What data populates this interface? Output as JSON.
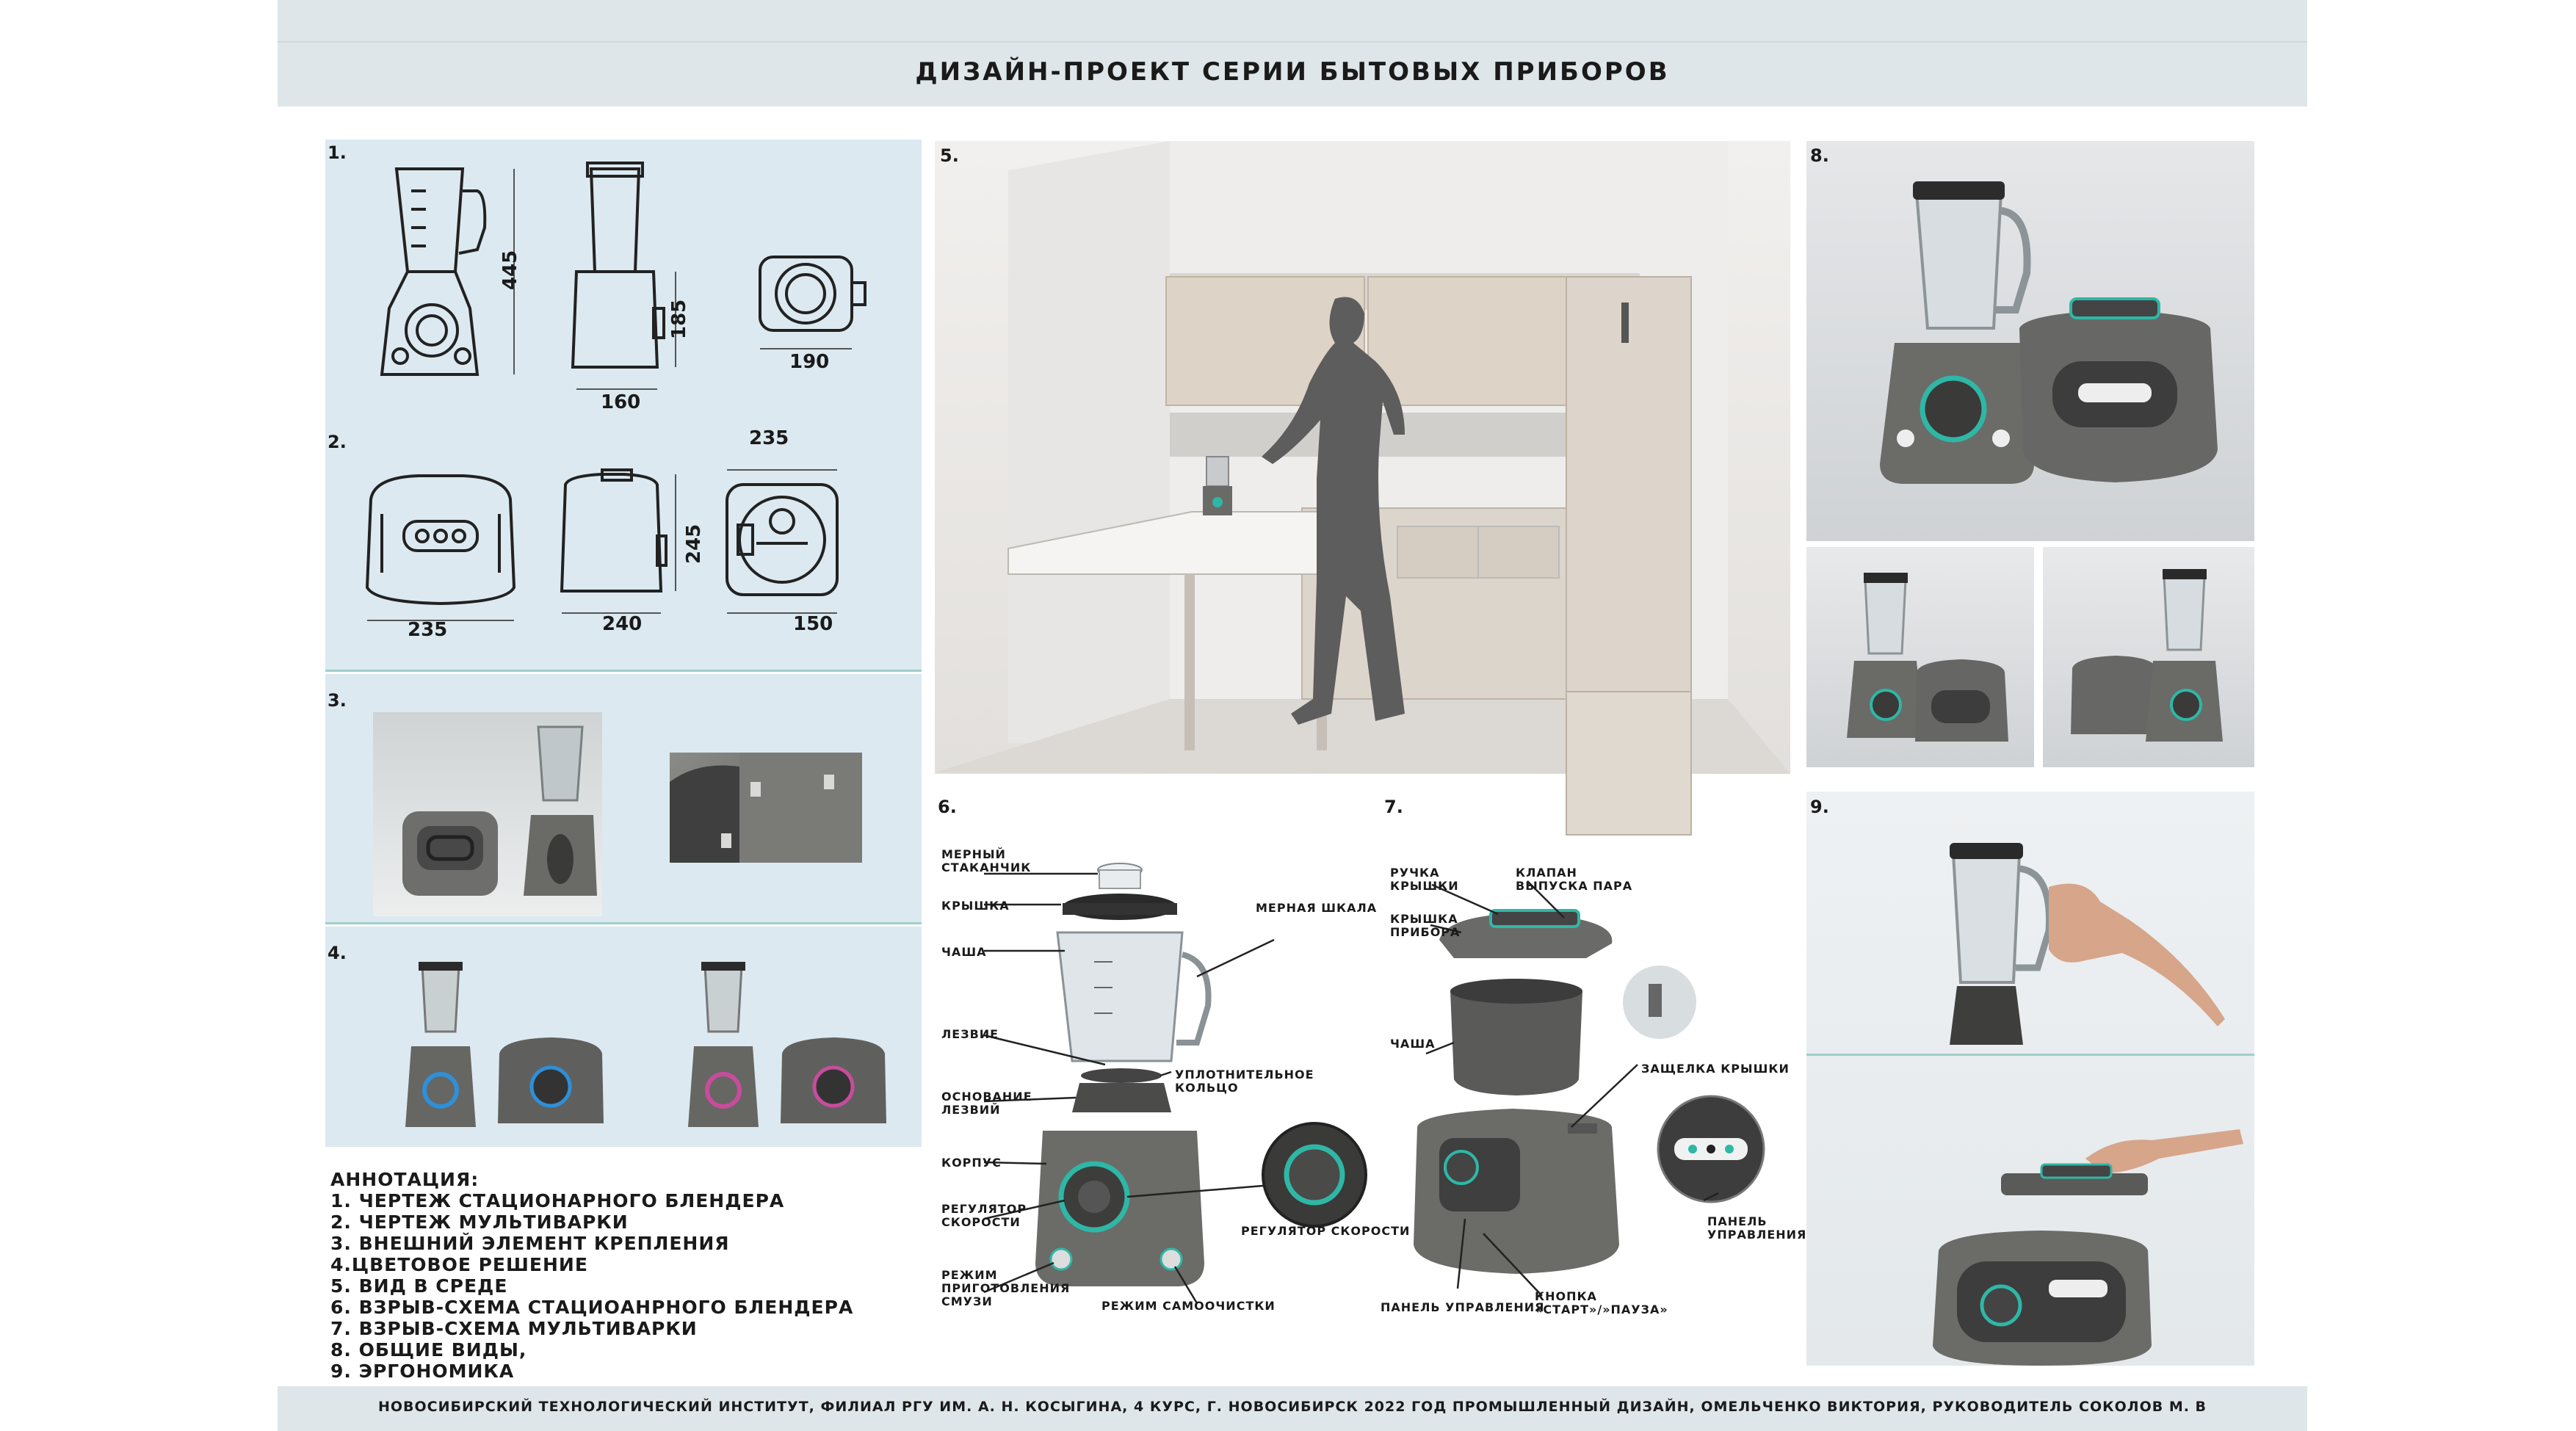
{
  "header": {
    "title": "ДИЗАЙН-ПРОЕКТ СЕРИИ БЫТОВЫХ ПРИБОРОВ"
  },
  "footer": {
    "text": "НОВОСИБИРСКИЙ ТЕХНОЛОГИЧЕСКИЙ ИНСТИТУТ, ФИЛИАЛ РГУ ИМ. А. Н. КОСЫГИНА, 4 КУРС,    Г. НОВОСИБИРСК 2022 ГОД   ПРОМЫШЛЕННЫЙ ДИЗАЙН, ОМЕЛЬЧЕНКО ВИКТОРИЯ, РУКОВОДИТЕЛЬ СОКОЛОВ М. В"
  },
  "sections": {
    "s1": "1.",
    "s2": "2.",
    "s3": "3.",
    "s4": "4.",
    "s5": "5.",
    "s6": "6.",
    "s7": "7.",
    "s8": "8.",
    "s9": "9."
  },
  "dimensions": {
    "blender_height": "445",
    "blender_base_height": "185",
    "blender_width": "160",
    "blender_depth": "190",
    "cooker_top_width": "235",
    "cooker_height": "245",
    "cooker_front_width": "235",
    "cooker_side_width": "240",
    "cooker_depth": "150"
  },
  "annotation": {
    "heading": "АННОТАЦИЯ:",
    "items": [
      "1. ЧЕРТЕЖ СТАЦИОНАРНОГО БЛЕНДЕРА",
      "2. ЧЕРТЕЖ МУЛЬТИВАРКИ",
      "3. ВНЕШНИЙ ЭЛЕМЕНТ КРЕПЛЕНИЯ",
      "4.ЦВЕТОВОЕ РЕШЕНИЕ",
      "5. ВИД В СРЕДЕ",
      "6. ВЗРЫВ-СХЕМА СТАЦИОАНРНОГО БЛЕНДЕРА",
      "7.  ВЗРЫВ-СХЕМА МУЛЬТИВАРКИ",
      "8. ОБЩИЕ ВИДЫ,",
      "9. ЭРГОНОМИКА"
    ]
  },
  "blender_callouts": {
    "measuring_cup": "МЕРНЫЙ\nСТАКАНЧИК",
    "lid": "КРЫШКА",
    "bowl": "ЧАША",
    "scale": "МЕРНАЯ ШКАЛА",
    "blades": "ЛЕЗВИЕ",
    "seal_ring": "УПЛОТНИТЕЛЬНОЕ\nКОЛЬЦО",
    "blade_base": "ОСНОВАНИЕ\nЛЕЗВИЙ",
    "body": "КОРПУС",
    "speed_regulator": "РЕГУЛЯТОР\nСКОРОСТИ",
    "speed_regulator_right": "РЕГУЛЯТОР СКОРОСТИ",
    "smoothie_mode": "РЕЖИМ\nПРИГОТОВЛЕНИЯ\nСМУЗИ",
    "self_clean_mode": "РЕЖИМ САМООЧИСТКИ"
  },
  "cooker_callouts": {
    "lid_handle": "РУЧКА\nКРЫШКИ",
    "steam_valve": "КЛАПАН\nВЫПУСКА ПАРА",
    "device_lid": "КРЫШКА\nПРИБОРА",
    "bowl": "ЧАША",
    "lid_latch": "ЗАЩЕЛКА КРЫШКИ",
    "control_panel_right": "ПАНЕЛЬ\nУПРАВЛЕНИЯ",
    "control_panel_bottom": "ПАНЕЛЬ УПРАВЛЕНИЯ",
    "start_pause": "КНОПКА\n«СТАРТ»/»ПАУЗА»"
  },
  "colors": {
    "accent_teal": "#2fb7a6",
    "accent_blue": "#2f8fd8",
    "accent_pink": "#c84c9c",
    "body_grey": "#6b6b68",
    "panel_blue": "#dce9f0",
    "header_grey": "#dfe6e9"
  }
}
